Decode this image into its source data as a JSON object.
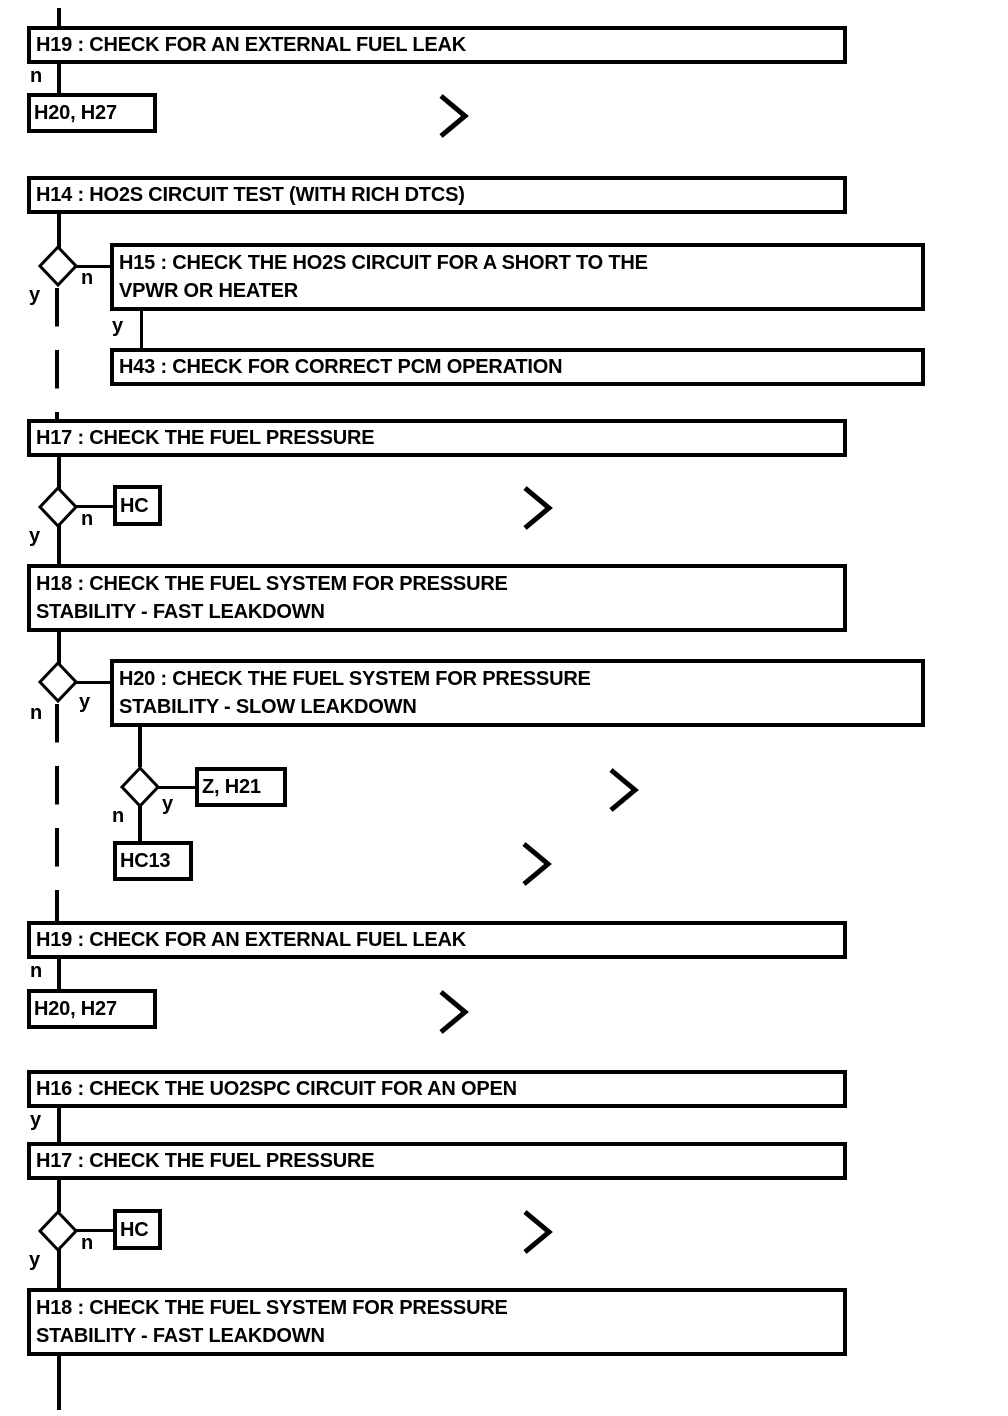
{
  "diagram": {
    "type": "flowchart",
    "title": "HO2S / Fuel System Diagnostic Flowchart",
    "branch_labels": {
      "yes": "y",
      "no": "n"
    },
    "colors": {
      "stroke": "#000000",
      "fill": "#ffffff",
      "text": "#000000"
    }
  },
  "nodes": [
    {
      "id": "h19a",
      "kind": "step",
      "text": "H19 : CHECK FOR AN EXTERNAL FUEL LEAK"
    },
    {
      "id": "h20h27a",
      "kind": "ref",
      "text": "H20, H27"
    },
    {
      "id": "h14",
      "kind": "step",
      "text": "H14 : HO2S CIRCUIT TEST (WITH RICH DTCS)"
    },
    {
      "id": "h15",
      "kind": "step",
      "text": "H15 : CHECK THE HO2S CIRCUIT FOR A SHORT TO THE\nVPWR OR HEATER"
    },
    {
      "id": "h43",
      "kind": "step",
      "text": "H43 : CHECK FOR CORRECT PCM OPERATION"
    },
    {
      "id": "h17a",
      "kind": "step",
      "text": "H17 : CHECK THE FUEL PRESSURE"
    },
    {
      "id": "hca",
      "kind": "ref",
      "text": "HC"
    },
    {
      "id": "h18a",
      "kind": "step",
      "text": "H18 : CHECK THE FUEL SYSTEM FOR PRESSURE\nSTABILITY - FAST LEAKDOWN"
    },
    {
      "id": "h20",
      "kind": "step",
      "text": "H20 : CHECK THE FUEL SYSTEM FOR PRESSURE\nSTABILITY - SLOW LEAKDOWN"
    },
    {
      "id": "zh21",
      "kind": "ref",
      "text": "Z, H21"
    },
    {
      "id": "hc13",
      "kind": "ref",
      "text": "HC13"
    },
    {
      "id": "h19b",
      "kind": "step",
      "text": "H19 : CHECK FOR AN EXTERNAL FUEL LEAK"
    },
    {
      "id": "h20h27b",
      "kind": "ref",
      "text": "H20, H27"
    },
    {
      "id": "h16",
      "kind": "step",
      "text": "H16 : CHECK THE UO2SPC CIRCUIT FOR AN OPEN"
    },
    {
      "id": "h17b",
      "kind": "step",
      "text": "H17 : CHECK THE FUEL PRESSURE"
    },
    {
      "id": "hcb",
      "kind": "ref",
      "text": "HC"
    },
    {
      "id": "h18b",
      "kind": "step",
      "text": "H18 : CHECK THE FUEL SYSTEM FOR PRESSURE\nSTABILITY - FAST LEAKDOWN"
    }
  ],
  "labels": {
    "n_after_h19a": "n",
    "y_h14_down": "y",
    "n_h14_right": "n",
    "y_h15_down": "y",
    "y_h17a_down": "y",
    "n_h17a_right": "n",
    "n_h18a_down": "n",
    "y_h18a_right": "y",
    "y_h20_right": "y",
    "n_h20_down": "n",
    "n_after_h19b": "n",
    "y_after_h16": "y",
    "y_h17b_down": "y",
    "n_h17b_right": "n"
  },
  "markers": {
    "name": "chevron-right-icon",
    "count": 6,
    "meaning": "flow continues off-page"
  }
}
